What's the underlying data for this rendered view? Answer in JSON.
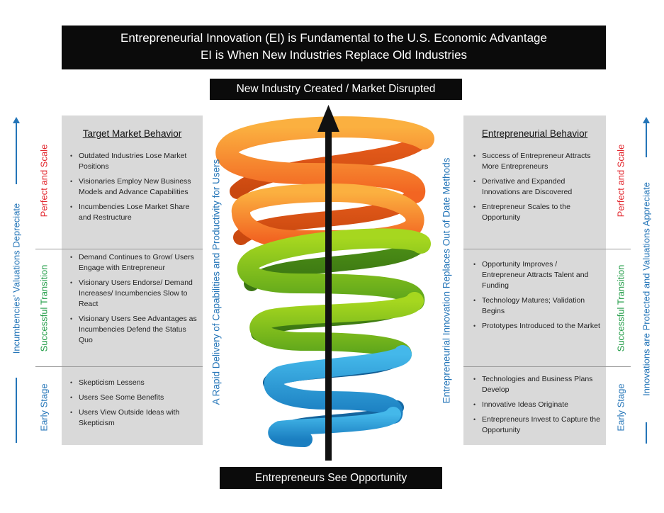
{
  "banner": {
    "line1": "Entrepreneurial Innovation (EI) is Fundamental to the U.S. Economic Advantage",
    "line2": "EI is When New Industries Replace Old Industries"
  },
  "top_label": "New Industry Created / Market Disrupted",
  "bottom_label": "Entrepreneurs See Opportunity",
  "left_center_text": "A Rapid Delivery of Capabilities and Productivity for Users",
  "right_center_text": "Entrepreneurial  Innovation Replaces Out of Date Methods",
  "left_axis_text": "Incumbencies' Valuations Depreciate",
  "right_axis_text": "Innovations are Protected and Valuations Appreciate",
  "stages": {
    "top": "Perfect and Scale",
    "middle": "Successful Transition",
    "bottom": "Early Stage"
  },
  "left_panel": {
    "title": "Target Market Behavior",
    "perfect": [
      "Outdated Industries Lose Market Positions",
      "Visionaries Employ New Business Models and Advance Capabilities",
      "Incumbencies Lose Market Share and Restructure"
    ],
    "transition": [
      "Demand Continues to Grow/ Users Engage with Entrepreneur",
      "Visionary Users Endorse/ Demand Increases/ Incumbencies Slow to React",
      "Visionary Users See Advantages as Incumbencies Defend the Status Quo"
    ],
    "early": [
      "Skepticism Lessens",
      "Users See Some Benefits",
      "Users View Outside Ideas with Skepticism"
    ]
  },
  "right_panel": {
    "title": "Entrepreneurial Behavior",
    "perfect": [
      "Success of Entrepreneur Attracts More Entrepreneurs",
      "Derivative and Expanded Innovations are Discovered",
      "Entrepreneur Scales to the Opportunity"
    ],
    "transition": [
      "Opportunity Improves / Entrepreneur Attracts Talent and Funding",
      "Technology Matures; Validation Begins",
      "Prototypes Introduced to the Market"
    ],
    "early": [
      "Technologies and Business Plans Develop",
      "Innovative Ideas Originate",
      "Entrepreneurs Invest to Capture the Opportunity"
    ]
  },
  "colors": {
    "banner": "#0b0b0b",
    "panel": "#d9d9d9",
    "red": "#e2272e",
    "green": "#1f9b45",
    "blue": "#2475b8",
    "orange": "#f7941d",
    "spiral_green": "#7dc11f",
    "spiral_blue": "#2ba3dc"
  }
}
